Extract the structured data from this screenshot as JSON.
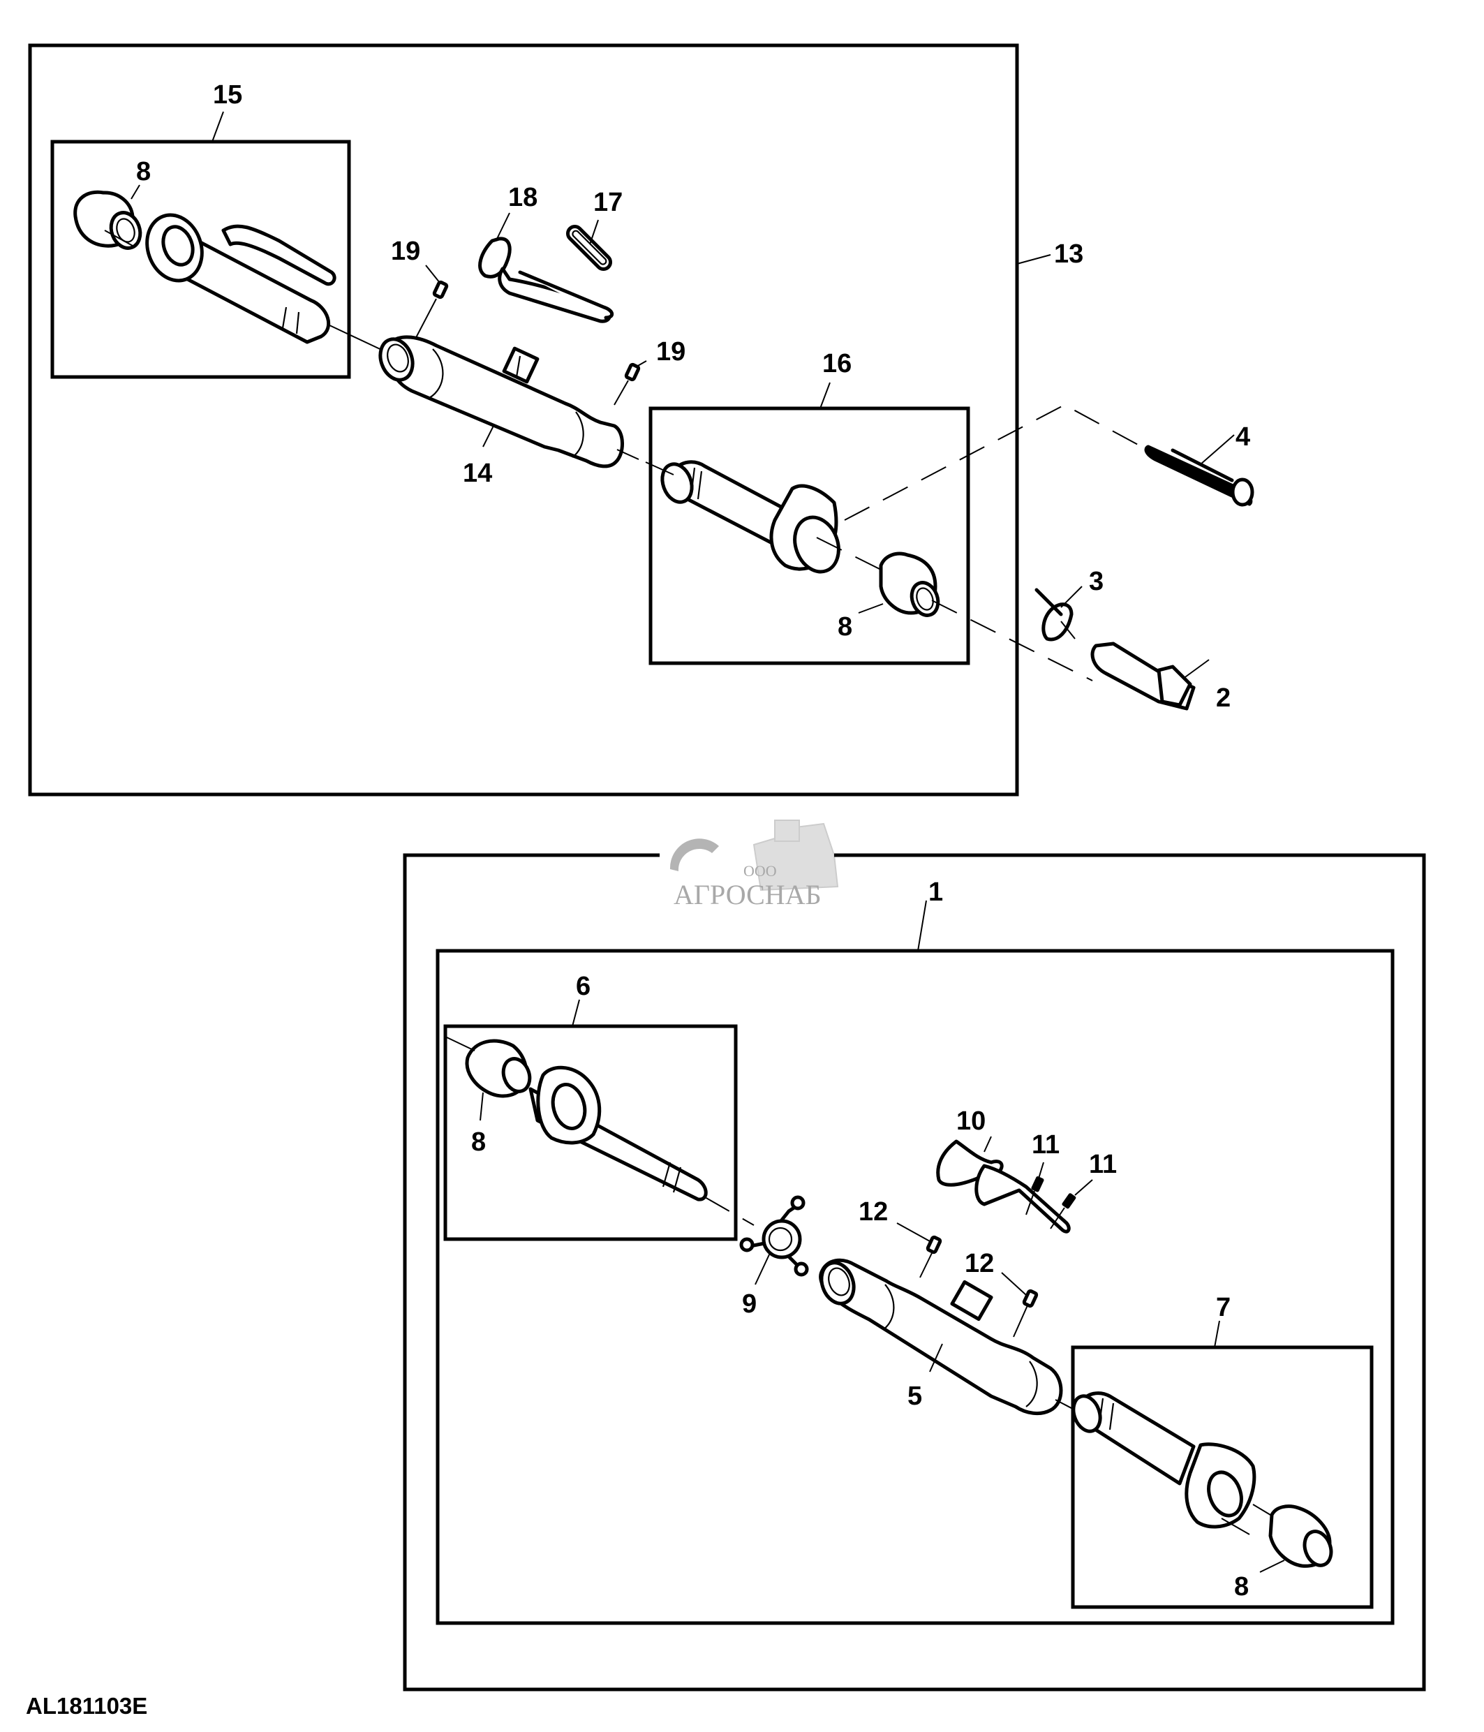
{
  "figure": {
    "id_label": "AL181103E",
    "background": "#ffffff",
    "line_color": "#000000"
  },
  "watermark": {
    "company_prefix": "ООО",
    "company_name": "АГРОСНАБ",
    "icon": "gear-and-combine-harvester-icon",
    "color": "#9a9a9a"
  },
  "groups": [
    {
      "callout": "13",
      "description": "Top link assembly (upper frame)"
    },
    {
      "callout": "15",
      "description": "Ball end sub-assembly (left)"
    },
    {
      "callout": "16",
      "description": "Ball end sub-assembly (right)"
    },
    {
      "callout": "1",
      "description": "Top link assembly (lower frame)"
    },
    {
      "callout": "6",
      "description": "Ball end sub-assembly (left)"
    },
    {
      "callout": "7",
      "description": "Ball end sub-assembly (right)"
    }
  ],
  "callouts": {
    "c15": "15",
    "c8a": "8",
    "c18": "18",
    "c17": "17",
    "c19a": "19",
    "c19b": "19",
    "c13": "13",
    "c14": "14",
    "c16": "16",
    "c8b": "8",
    "c4": "4",
    "c3": "3",
    "c2": "2",
    "c1": "1",
    "c6": "6",
    "c8c": "8",
    "c10": "10",
    "c11a": "11",
    "c11b": "11",
    "c12a": "12",
    "c12b": "12",
    "c9": "9",
    "c5": "5",
    "c7": "7",
    "c8d": "8"
  },
  "parts": [
    {
      "callout": "2",
      "name": "pin"
    },
    {
      "callout": "3",
      "name": "lynch-pin"
    },
    {
      "callout": "4",
      "name": "retaining-pin-with-chain"
    },
    {
      "callout": "5",
      "name": "tube"
    },
    {
      "callout": "6",
      "name": "ball-end-left"
    },
    {
      "callout": "7",
      "name": "ball-end-right"
    },
    {
      "callout": "8",
      "name": "ball"
    },
    {
      "callout": "9",
      "name": "handle-star-nut"
    },
    {
      "callout": "10",
      "name": "lock-clip"
    },
    {
      "callout": "11",
      "name": "spring-pin"
    },
    {
      "callout": "12",
      "name": "grease-fitting"
    },
    {
      "callout": "14",
      "name": "tube"
    },
    {
      "callout": "15",
      "name": "ball-end-left"
    },
    {
      "callout": "16",
      "name": "ball-end-right"
    },
    {
      "callout": "17",
      "name": "link"
    },
    {
      "callout": "18",
      "name": "lock-clip"
    },
    {
      "callout": "19",
      "name": "grease-fitting"
    }
  ]
}
